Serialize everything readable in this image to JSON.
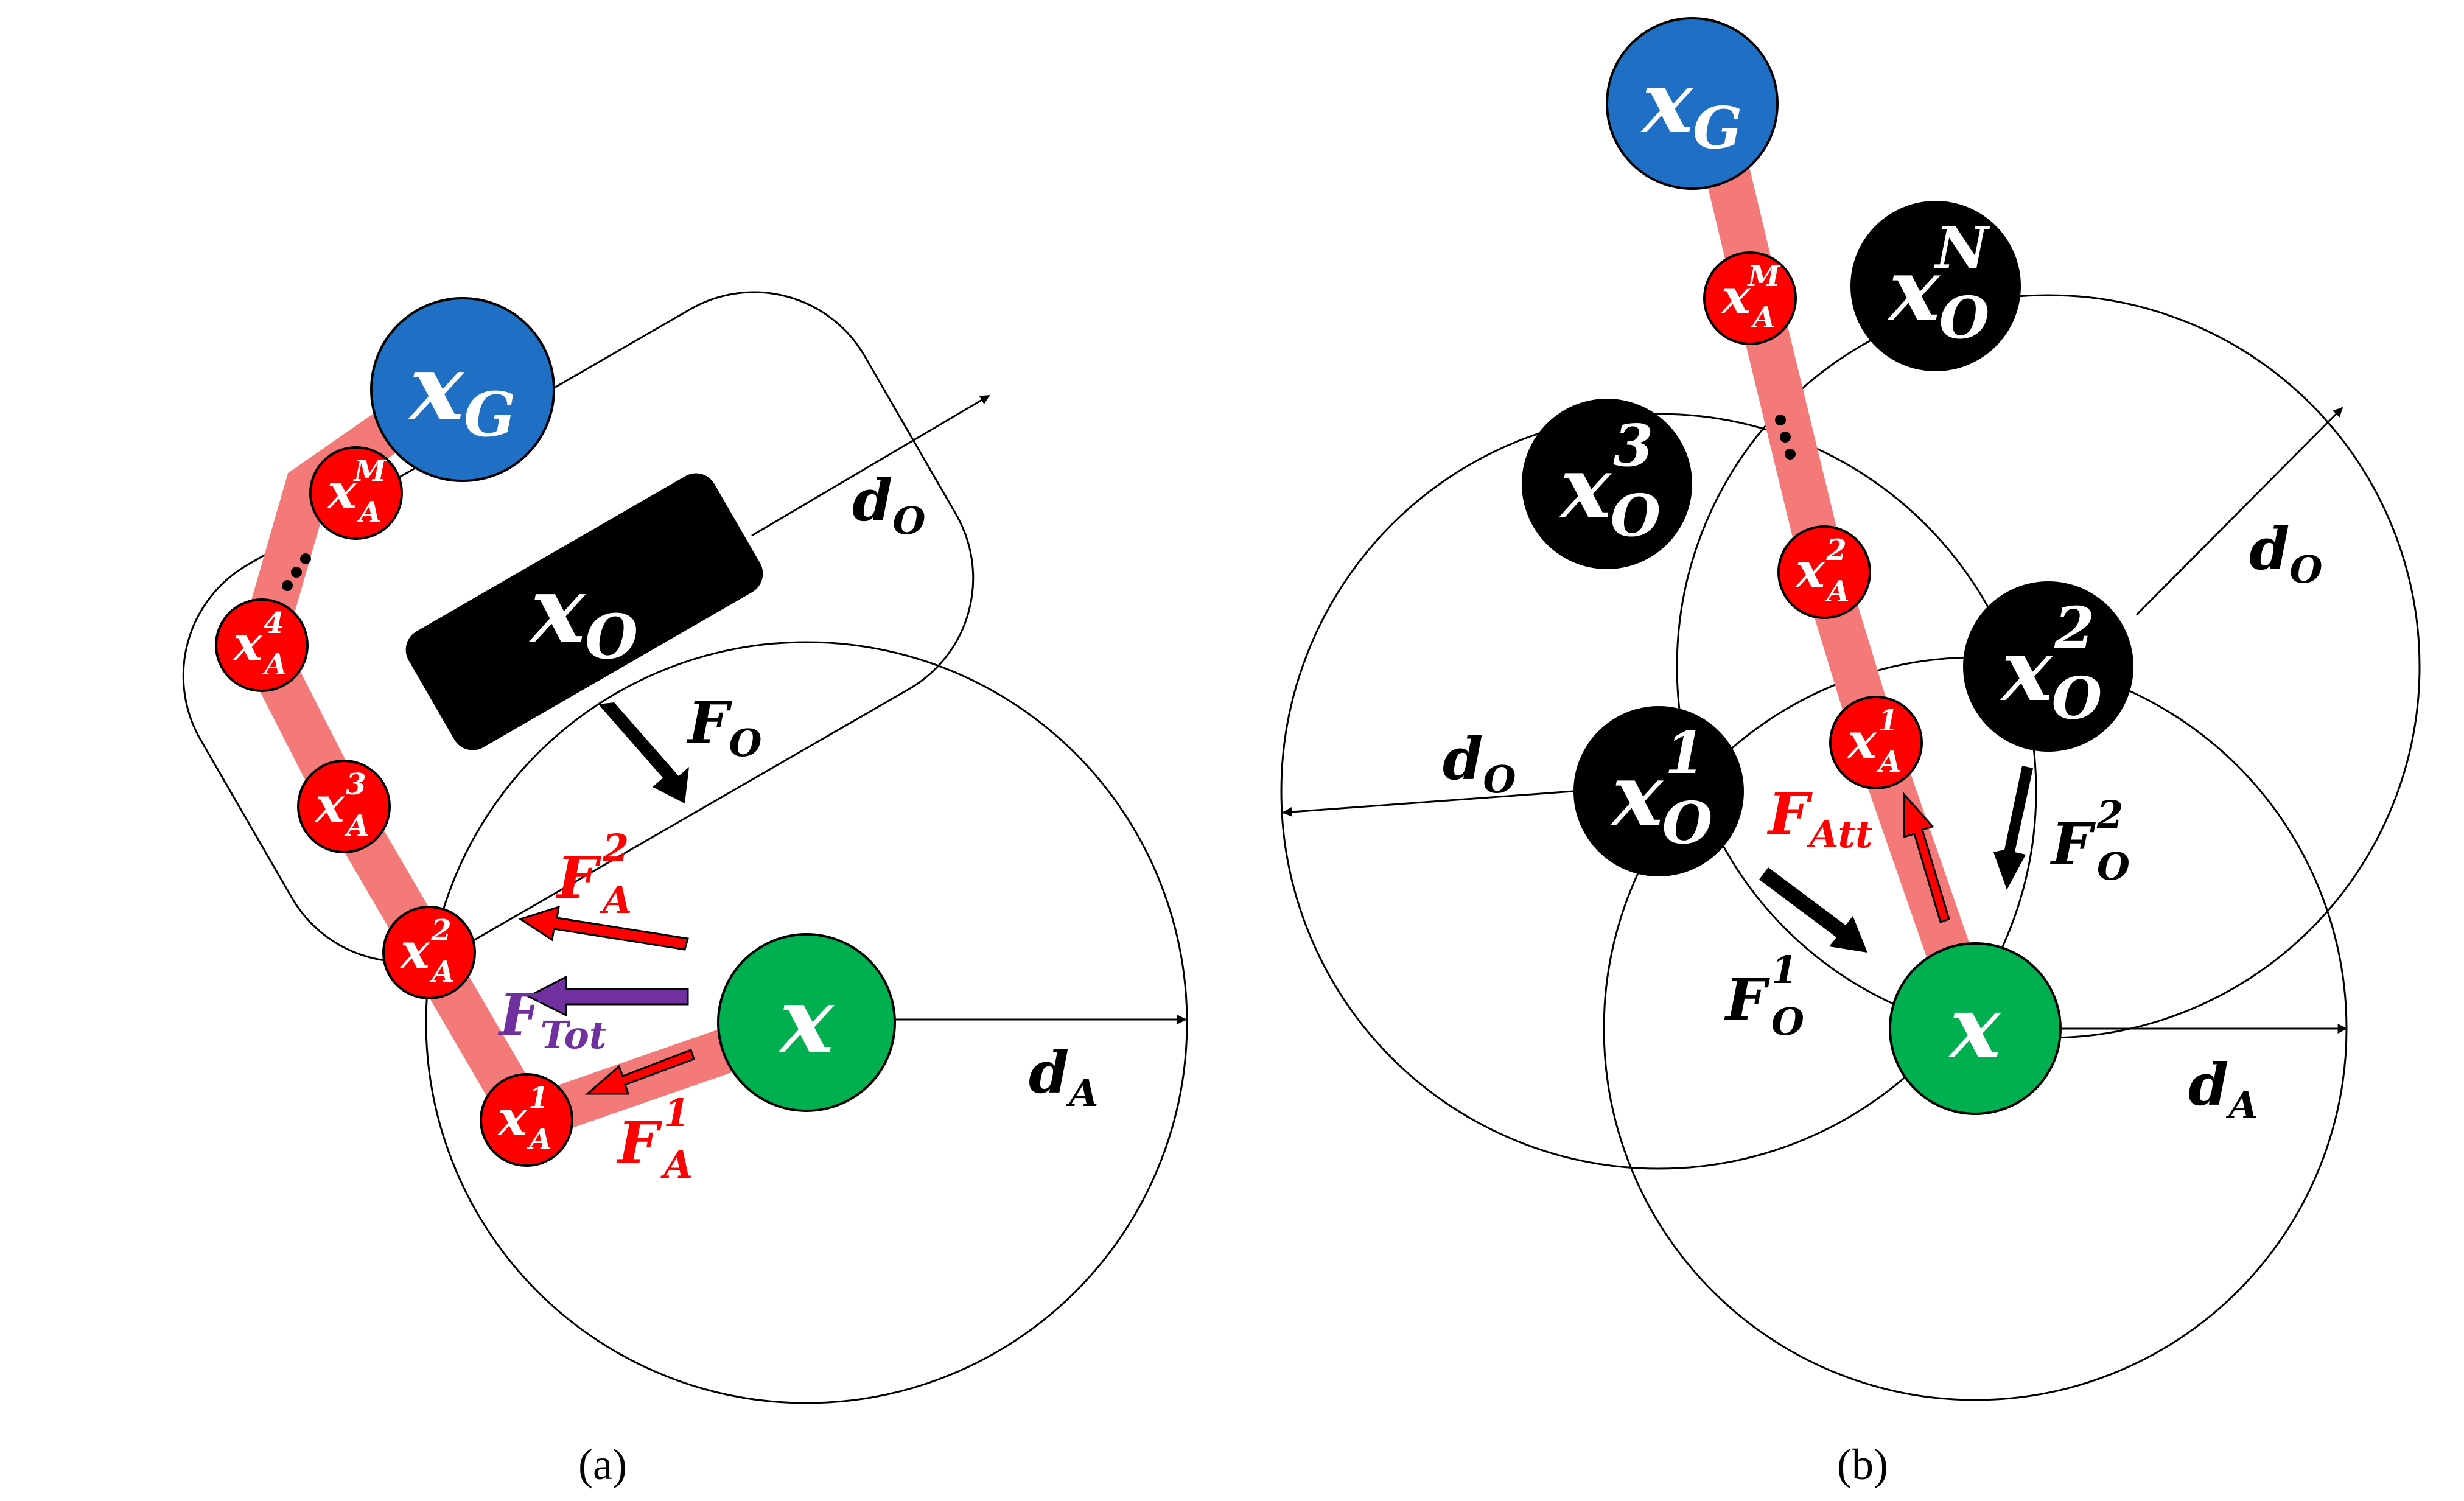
{
  "panel_a": {
    "caption": "(a)",
    "goal": {
      "base": "x",
      "sub": "G"
    },
    "obstacle": {
      "base": "x",
      "sub": "O"
    },
    "agent": {
      "base": "x"
    },
    "waypoints": [
      {
        "base": "x",
        "sub": "A",
        "sup": "1"
      },
      {
        "base": "x",
        "sub": "A",
        "sup": "2"
      },
      {
        "base": "x",
        "sub": "A",
        "sup": "3"
      },
      {
        "base": "x",
        "sub": "A",
        "sup": "4"
      },
      {
        "base": "x",
        "sub": "A",
        "sup": "M"
      }
    ],
    "dist_obstacle": {
      "base": "d",
      "sub": "O"
    },
    "dist_attract": {
      "base": "d",
      "sub": "A"
    },
    "force_obstacle": {
      "base": "F",
      "sub": "O"
    },
    "force_a1": {
      "base": "F",
      "sub": "A",
      "sup": "1"
    },
    "force_a2": {
      "base": "F",
      "sub": "A",
      "sup": "2"
    },
    "force_total": {
      "base": "F",
      "sub": "Tot"
    }
  },
  "panel_b": {
    "caption": "(b)",
    "goal": {
      "base": "x",
      "sub": "G"
    },
    "agent": {
      "base": "x"
    },
    "obstacles": [
      {
        "base": "x",
        "sub": "O",
        "sup": "1"
      },
      {
        "base": "x",
        "sub": "O",
        "sup": "2"
      },
      {
        "base": "x",
        "sub": "O",
        "sup": "3"
      },
      {
        "base": "x",
        "sub": "O",
        "sup": "N"
      }
    ],
    "waypoints": [
      {
        "base": "x",
        "sub": "A",
        "sup": "1"
      },
      {
        "base": "x",
        "sub": "A",
        "sup": "2"
      },
      {
        "base": "x",
        "sub": "A",
        "sup": "M"
      }
    ],
    "dist_obstacle_left": {
      "base": "d",
      "sub": "O"
    },
    "dist_obstacle_right": {
      "base": "d",
      "sub": "O"
    },
    "dist_attract": {
      "base": "d",
      "sub": "A"
    },
    "force_att": {
      "base": "F",
      "sub": "Att"
    },
    "force_o1": {
      "base": "F",
      "sub": "O",
      "sup": "1"
    },
    "force_o2": {
      "base": "F",
      "sub": "O",
      "sup": "2"
    }
  },
  "colors": {
    "goal": "#1f6fc4",
    "agent": "#00b050",
    "waypoint": "#ff0000",
    "path": "#f47a7a",
    "obstacle": "#000000",
    "force_attract": "#ff0000",
    "force_total": "#7030a0",
    "force_obstacle": "#000000",
    "label_white": "#ffffff"
  }
}
